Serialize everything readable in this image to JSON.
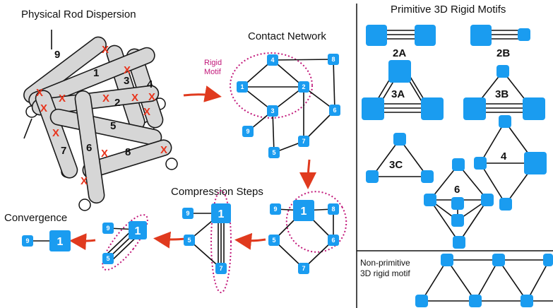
{
  "titles": {
    "physical": "Physical Rod Dispersion",
    "contact": "Contact Network",
    "rigid_motif_line1": "Rigid",
    "rigid_motif_line2": "Motif",
    "compression": "Compression Steps",
    "convergence": "Convergence",
    "primitive": "Primitive 3D Rigid Motifs",
    "nonprim_line1": "Non-primitive",
    "nonprim_line2": "3D rigid motif"
  },
  "rod_labels": [
    "9",
    "1",
    "3",
    "4",
    "2",
    "5",
    "7",
    "6",
    "8"
  ],
  "contact_mark": "X",
  "contact_network_nodes": [
    "4",
    "8",
    "1",
    "2",
    "6",
    "3",
    "9",
    "7",
    "5"
  ],
  "step1_nodes": [
    "9",
    "1",
    "8",
    "5",
    "6",
    "7"
  ],
  "step2_nodes": [
    "9",
    "1",
    "5",
    "7"
  ],
  "step3_nodes": [
    "9",
    "1",
    "5"
  ],
  "convergence_nodes": [
    "9",
    "1"
  ],
  "motif_labels": [
    "2A",
    "2B",
    "3A",
    "3B",
    "3C",
    "4",
    "6"
  ],
  "colors": {
    "node": "#1a9cf0",
    "arrow": "#e03a1e",
    "contact": "#e8341c",
    "motif_outline": "#c2187a",
    "rod": "#d6d6d6"
  }
}
